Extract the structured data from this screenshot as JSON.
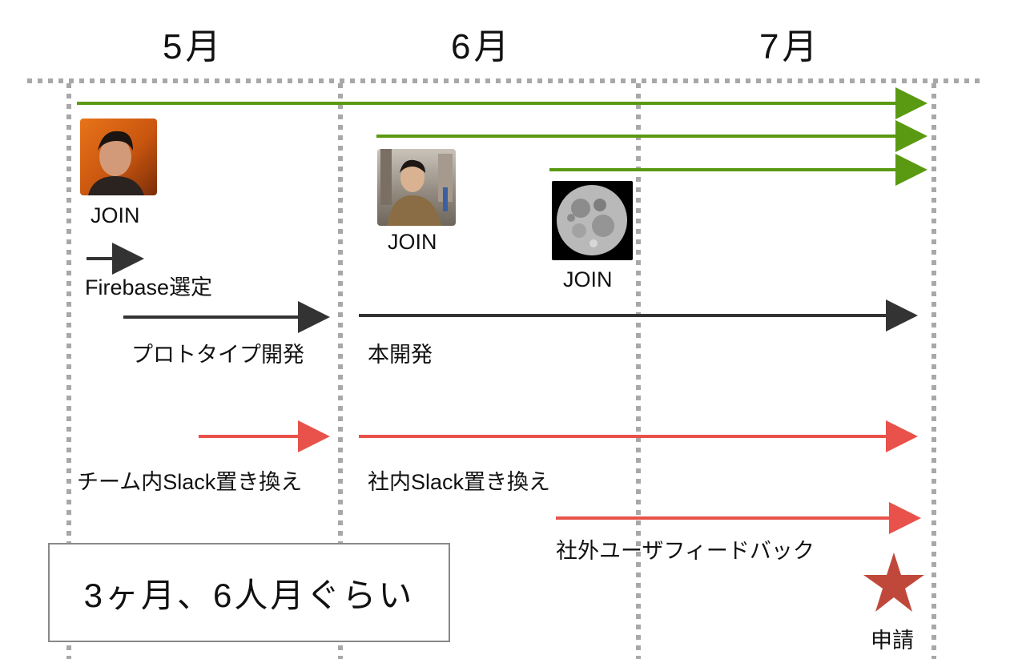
{
  "months": [
    "5月",
    "6月",
    "7月"
  ],
  "members": [
    {
      "label": "JOIN",
      "avatar": "person-photo-1"
    },
    {
      "label": "JOIN",
      "avatar": "person-photo-2"
    },
    {
      "label": "JOIN",
      "avatar": "moon-photo"
    }
  ],
  "tasks": [
    {
      "label": "Firebase選定",
      "color": "#333333"
    },
    {
      "label": "プロトタイプ開発",
      "color": "#333333"
    },
    {
      "label": "本開発",
      "color": "#333333"
    },
    {
      "label": "チーム内Slack置き換え",
      "color": "#e8524a"
    },
    {
      "label": "社内Slack置き換え",
      "color": "#e8524a"
    },
    {
      "label": "社外ユーザフィードバック",
      "color": "#e8524a"
    }
  ],
  "membership_color": "#5a9a12",
  "summary": "3ヶ月、6人月ぐらい",
  "milestone": {
    "label": "申請",
    "icon": "star-icon",
    "color": "#c0483a"
  }
}
